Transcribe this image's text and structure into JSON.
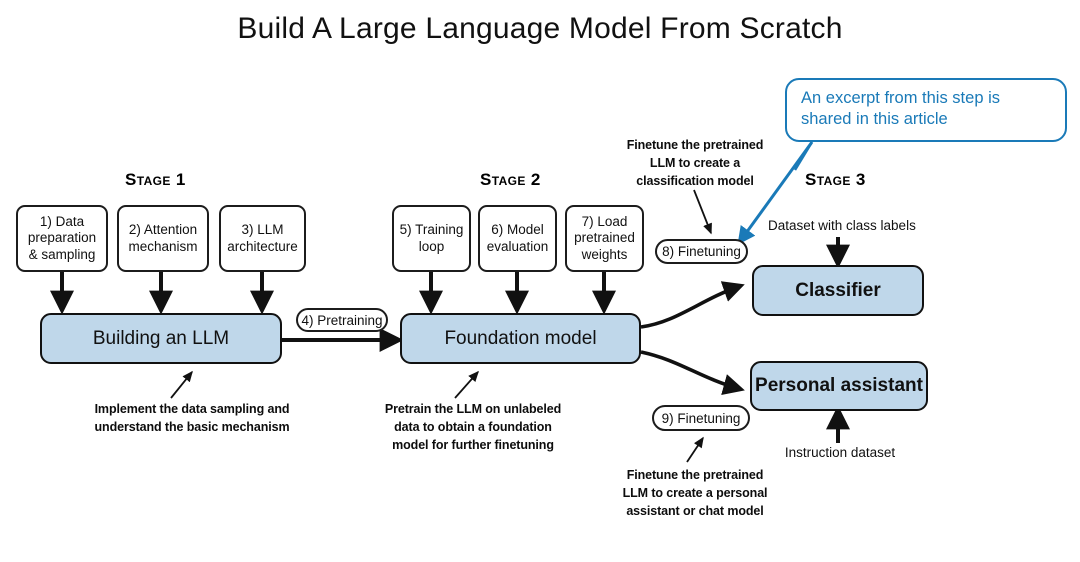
{
  "title": "Build A Large Language Model From Scratch",
  "callout": {
    "text": "An excerpt from this step is shared in this article",
    "border_color": "#1a7ab8",
    "text_color": "#1a7ab8",
    "arrow_color": "#1a7ab8",
    "points_to": "8) Finetuning"
  },
  "palette": {
    "box_fill_blue": "#bfd7ea",
    "box_stroke": "#111111",
    "background": "#ffffff",
    "accent_blue": "#1a7ab8"
  },
  "stages": [
    {
      "label": "Stage 1"
    },
    {
      "label": "Stage 2"
    },
    {
      "label": "Stage 3"
    }
  ],
  "stage1": {
    "steps": [
      {
        "label": "1) Data preparation & sampling"
      },
      {
        "label": "2) Attention mechanism"
      },
      {
        "label": "3) LLM architecture"
      }
    ],
    "output": "Building an LLM",
    "annotation": "Implement the data sampling and understand the basic mechanism"
  },
  "stage2": {
    "transition_pill": "4) Pretraining",
    "steps": [
      {
        "label": "5) Training loop"
      },
      {
        "label": "6) Model evaluation"
      },
      {
        "label": "7) Load pretrained weights"
      }
    ],
    "output": "Foundation model",
    "annotation": "Pretrain the LLM on unlabeled data to obtain a foundation model for further finetuning"
  },
  "stage3": {
    "classifier": {
      "pill": "8) Finetuning",
      "output": "Classifier",
      "dataset_caption": "Dataset with class labels",
      "annotation": "Finetune the pretrained LLM to create a classification model"
    },
    "assistant": {
      "pill": "9) Finetuning",
      "output": "Personal assistant",
      "dataset_caption": "Instruction dataset",
      "annotation": "Finetune the pretrained LLM to create a personal assistant or chat model"
    }
  }
}
